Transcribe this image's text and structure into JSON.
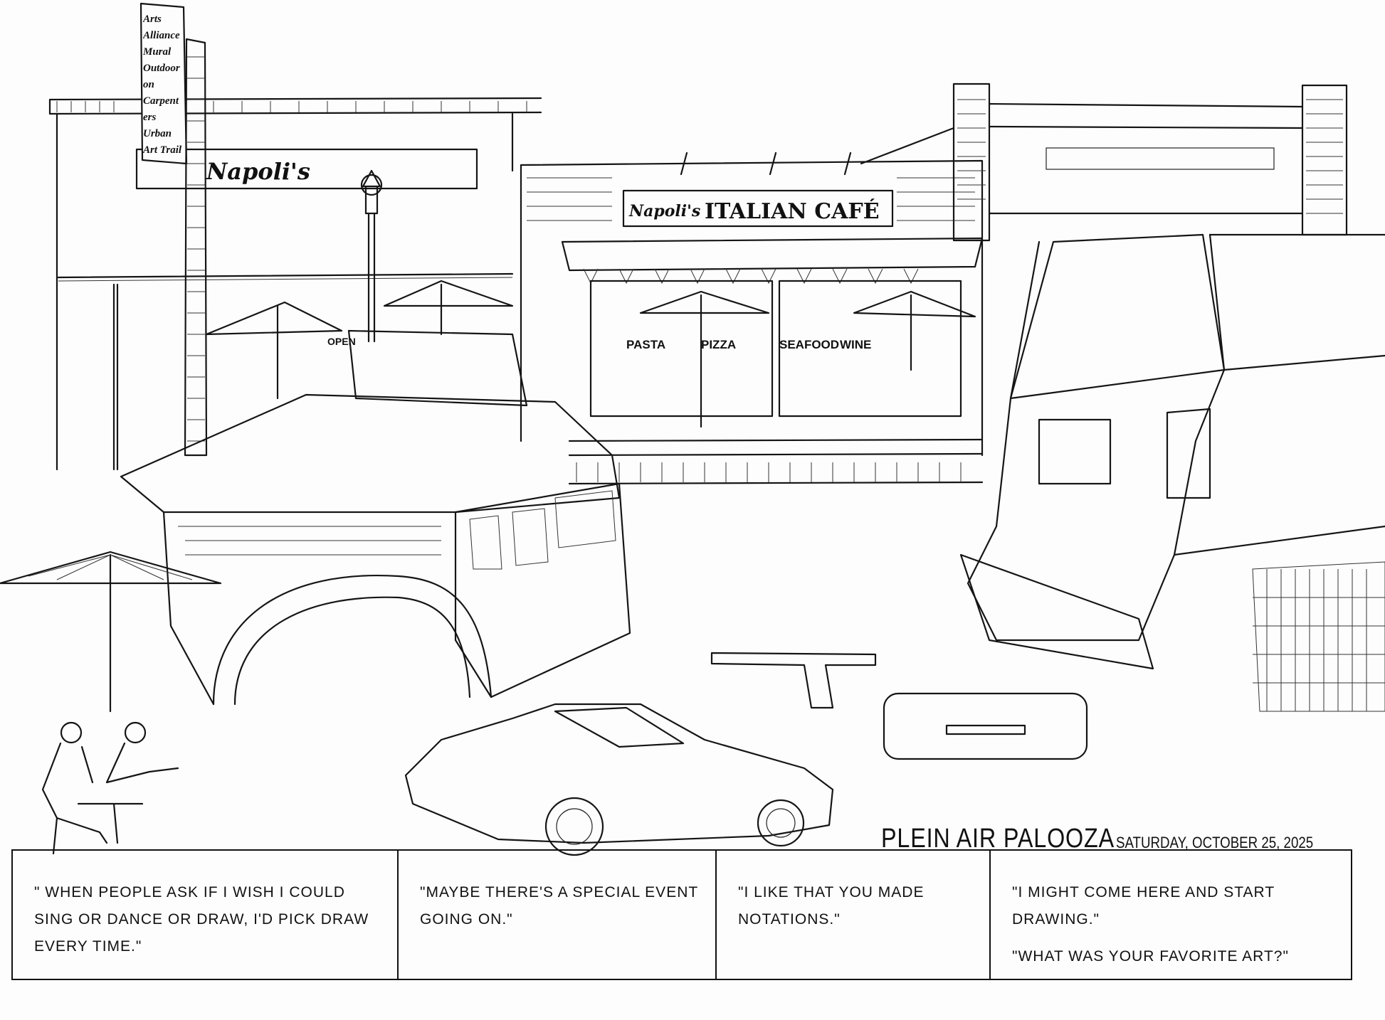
{
  "event": {
    "title": "PLEIN AIR PALOOZA",
    "date": "SATURDAY, OCTOBER 25, 2025"
  },
  "signs": {
    "vertical_sign": "Arts Alliance Mural Outdoor on Carpenters Urban Art Trail",
    "left_building": "Napoli's",
    "cafe_logo": "Napoli's",
    "cafe_name": "ITALIAN CAFÉ",
    "window_words": [
      "PASTA",
      "PIZZA",
      "SEAFOOD",
      "WINE"
    ],
    "open": "OPEN"
  },
  "quotes": [
    {
      "lines": [
        "\" WHEN PEOPLE ASK IF I WISH I COULD SING OR DANCE OR DRAW, I'D PICK DRAW EVERY TIME.\""
      ]
    },
    {
      "lines": [
        "\"MAYBE THERE'S A SPECIAL EVENT GOING ON.\""
      ]
    },
    {
      "lines": [
        "\"I LIKE THAT YOU MADE NOTATIONS.\""
      ]
    },
    {
      "lines": [
        "\"I MIGHT COME HERE AND START DRAWING.\"",
        "\"WHAT WAS YOUR FAVORITE ART?\""
      ]
    }
  ]
}
